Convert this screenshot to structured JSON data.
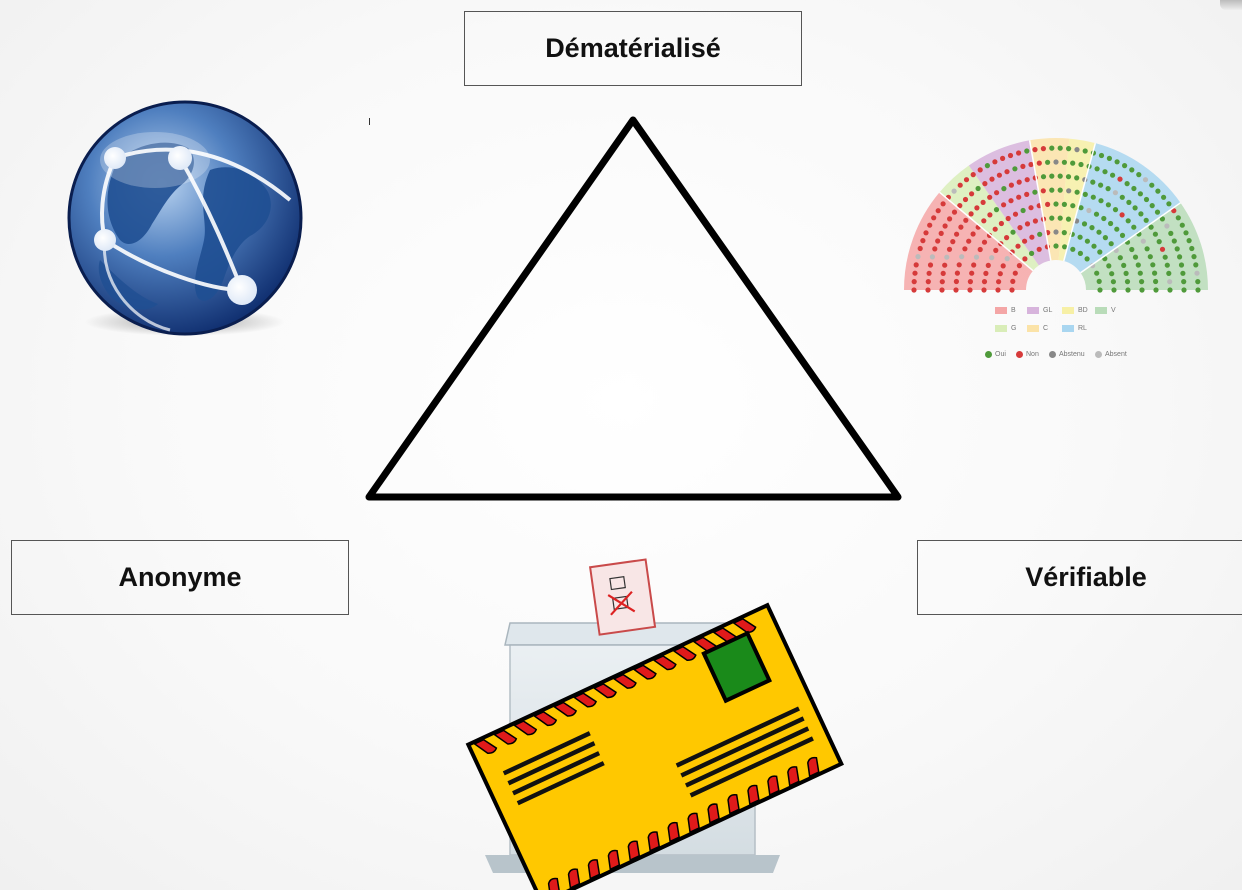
{
  "labels": {
    "top": "Dématérialisé",
    "left": "Anonyme",
    "right": "Vérifiable"
  },
  "icons": {
    "globe": "globe-network-icon",
    "parliament": "parliament-seat-chart-icon",
    "ballot": "ballot-box-envelope-icon"
  },
  "parliament": {
    "parties": [
      {
        "code": "B",
        "color": "#f4a6a6"
      },
      {
        "code": "GL",
        "color": "#d7b4dc"
      },
      {
        "code": "BD",
        "color": "#f7f0a6"
      },
      {
        "code": "V",
        "color": "#b9dcb9"
      },
      {
        "code": "G",
        "color": "#d9edb8"
      },
      {
        "code": "C",
        "color": "#fbe3a8"
      },
      {
        "code": "RL",
        "color": "#a9d6f0"
      }
    ],
    "votes": [
      {
        "label": "Oui",
        "color": "#4f9a3a"
      },
      {
        "label": "Non",
        "color": "#d63a3a"
      },
      {
        "label": "Abstenu",
        "color": "#888888"
      },
      {
        "label": "Absent",
        "color": "#bbbbbb"
      }
    ]
  },
  "colors": {
    "triangle": "#000000",
    "envelope": "#ffc800",
    "envelope_border": "#e01a1a",
    "stamp": "#1a8a1a"
  }
}
